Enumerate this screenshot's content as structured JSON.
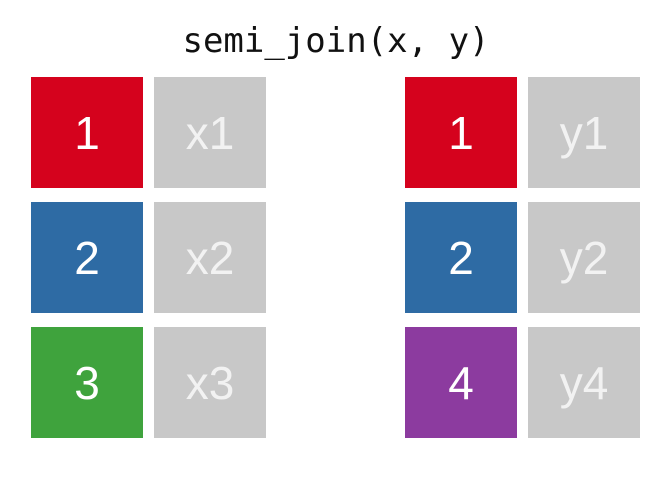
{
  "title": "semi_join(x, y)",
  "palette": {
    "background": "#FFFFFF",
    "title_text": "#111111",
    "key_text": "#FFFFFF",
    "value_text": "#F2F2F2",
    "value_cell_bg": "#C8C8C8",
    "red": "#D5021D",
    "blue": "#2E6BA4",
    "green": "#3FA33D",
    "purple": "#8C3B9F"
  },
  "tables": {
    "x": {
      "name": "x",
      "rows": [
        {
          "key": "1",
          "value": "x1",
          "key_color_name": "red",
          "key_color": "#D5021D"
        },
        {
          "key": "2",
          "value": "x2",
          "key_color_name": "blue",
          "key_color": "#2E6BA4"
        },
        {
          "key": "3",
          "value": "x3",
          "key_color_name": "green",
          "key_color": "#3FA33D"
        }
      ]
    },
    "y": {
      "name": "y",
      "rows": [
        {
          "key": "1",
          "value": "y1",
          "key_color_name": "red",
          "key_color": "#D5021D"
        },
        {
          "key": "2",
          "value": "y2",
          "key_color_name": "blue",
          "key_color": "#2E6BA4"
        },
        {
          "key": "4",
          "value": "y4",
          "key_color_name": "purple",
          "key_color": "#8C3B9F"
        }
      ]
    }
  }
}
